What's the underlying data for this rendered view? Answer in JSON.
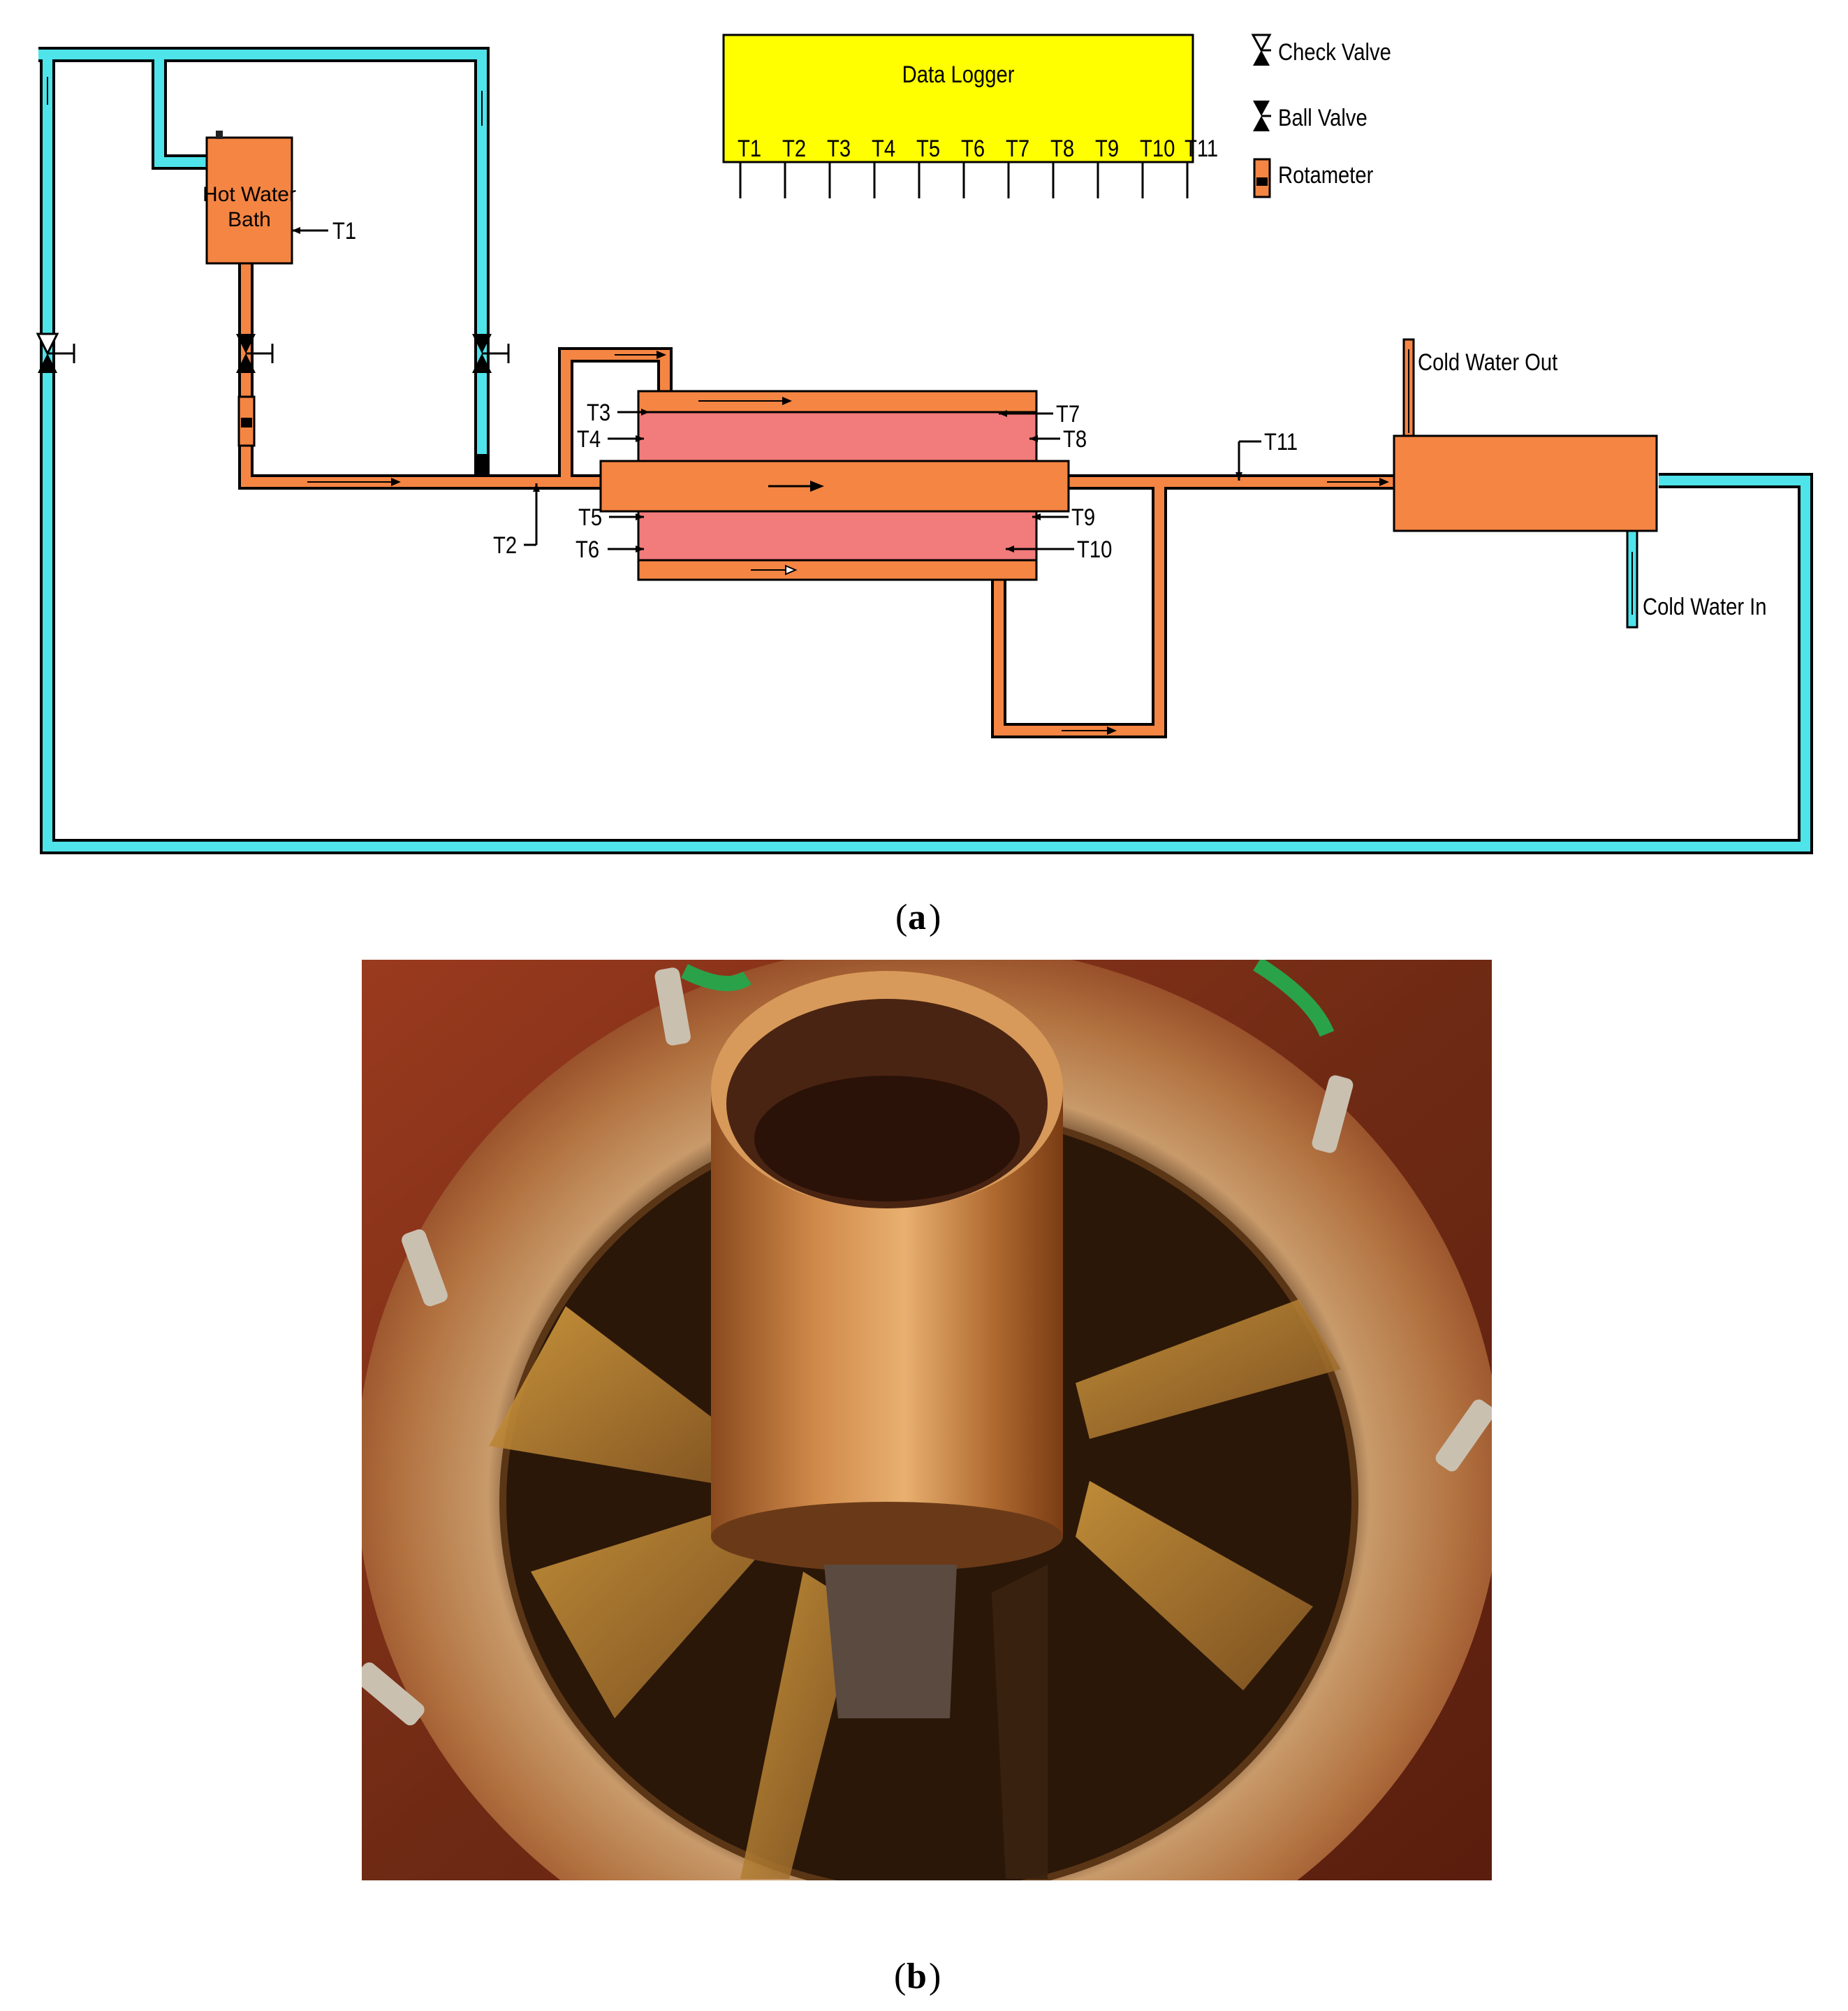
{
  "figure": {
    "caption_a_open": "(",
    "caption_a_letter": "a",
    "caption_a_close": ")",
    "caption_b_open": "(",
    "caption_b_letter": "b",
    "caption_b_close": ")"
  },
  "schematic": {
    "data_logger": {
      "title": "Data Logger",
      "channels": [
        "T1",
        "T2",
        "T3",
        "T4",
        "T5",
        "T6",
        "T7",
        "T8",
        "T9",
        "T10",
        "T11"
      ]
    },
    "legend": {
      "check_valve": "Check Valve",
      "ball_valve": "Ball Valve",
      "rotameter": "Rotameter"
    },
    "hot_water_bath": {
      "line1": "Hot Water",
      "line2": "Bath"
    },
    "cold_water_out": "Cold Water Out",
    "cold_water_in": "Cold Water In",
    "sensors": {
      "t1": "T1",
      "t2": "T2",
      "t3": "T3",
      "t4": "T4",
      "t5": "T5",
      "t6": "T6",
      "t7": "T7",
      "t8": "T8",
      "t9": "T9",
      "t10": "T10",
      "t11": "T11"
    },
    "colors": {
      "cold_pipe": "#4fe3ea",
      "hot_pipe": "#f58543",
      "annulus": "#f27b7b",
      "logger": "#ffff00"
    }
  },
  "photo": {
    "subject": "finned-inner-tube-photo"
  }
}
